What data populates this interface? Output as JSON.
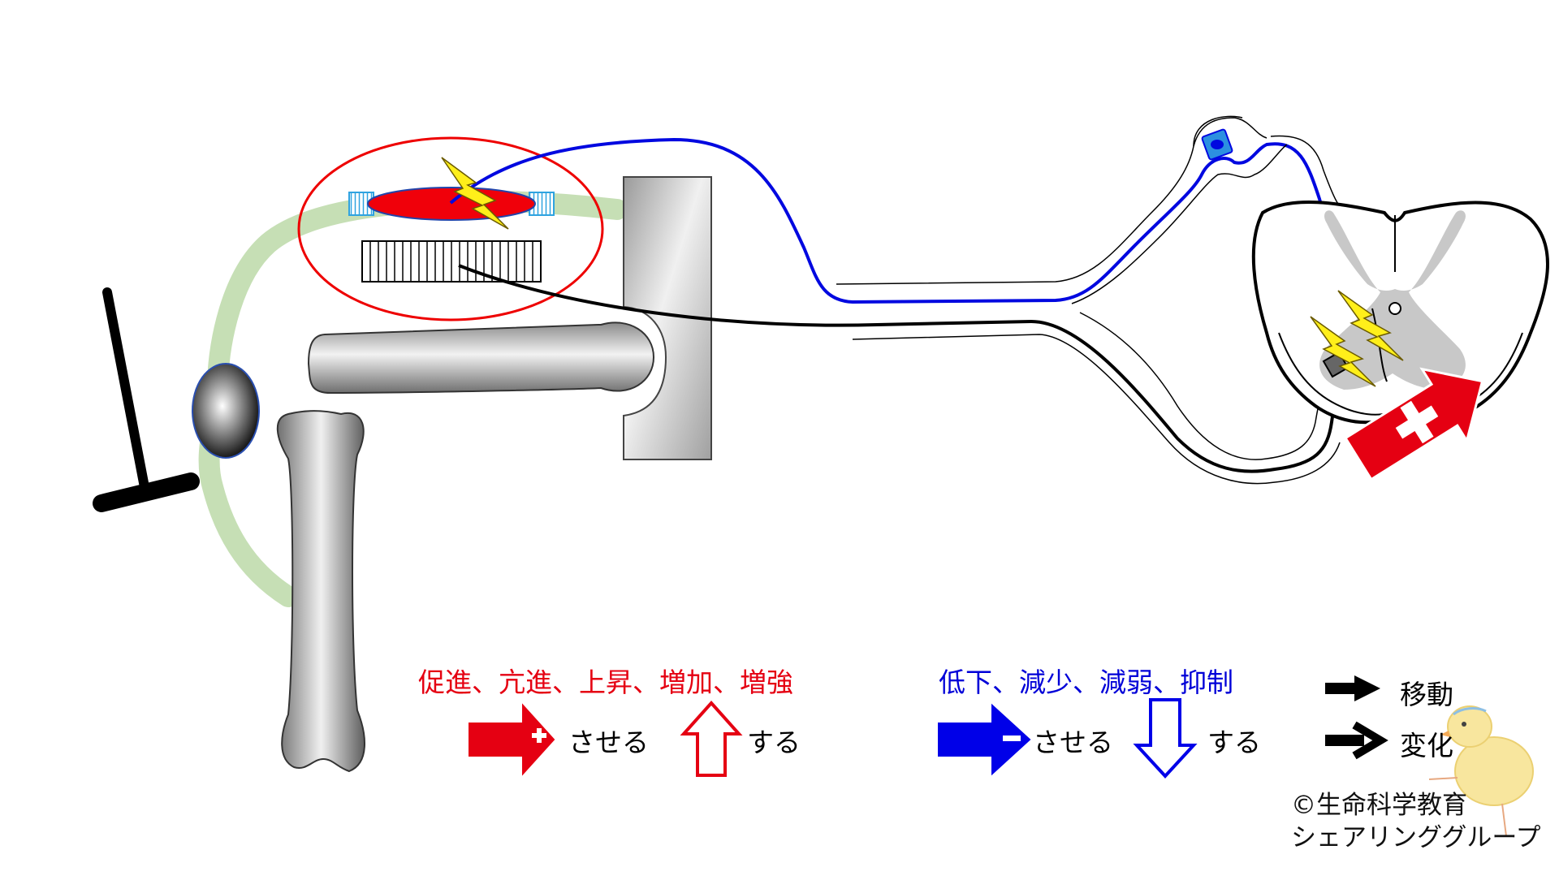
{
  "legend": {
    "increase_words": "促進、亢進、上昇、増加、増強",
    "decrease_words": "低下、減少、減弱、抑制",
    "make_suffix_plus": "させる",
    "do_suffix_up": "する",
    "make_suffix_minus": "させる",
    "do_suffix_down": "する",
    "move_label": "移動",
    "change_label": "変化",
    "plus_sign": "+",
    "minus_sign": "−",
    "colors": {
      "increase": "#e50012",
      "decrease": "#0000d8",
      "neutral": "#000000"
    }
  },
  "credit": {
    "line1": "©生命科学教育",
    "line2": "シェアリンググループ"
  }
}
